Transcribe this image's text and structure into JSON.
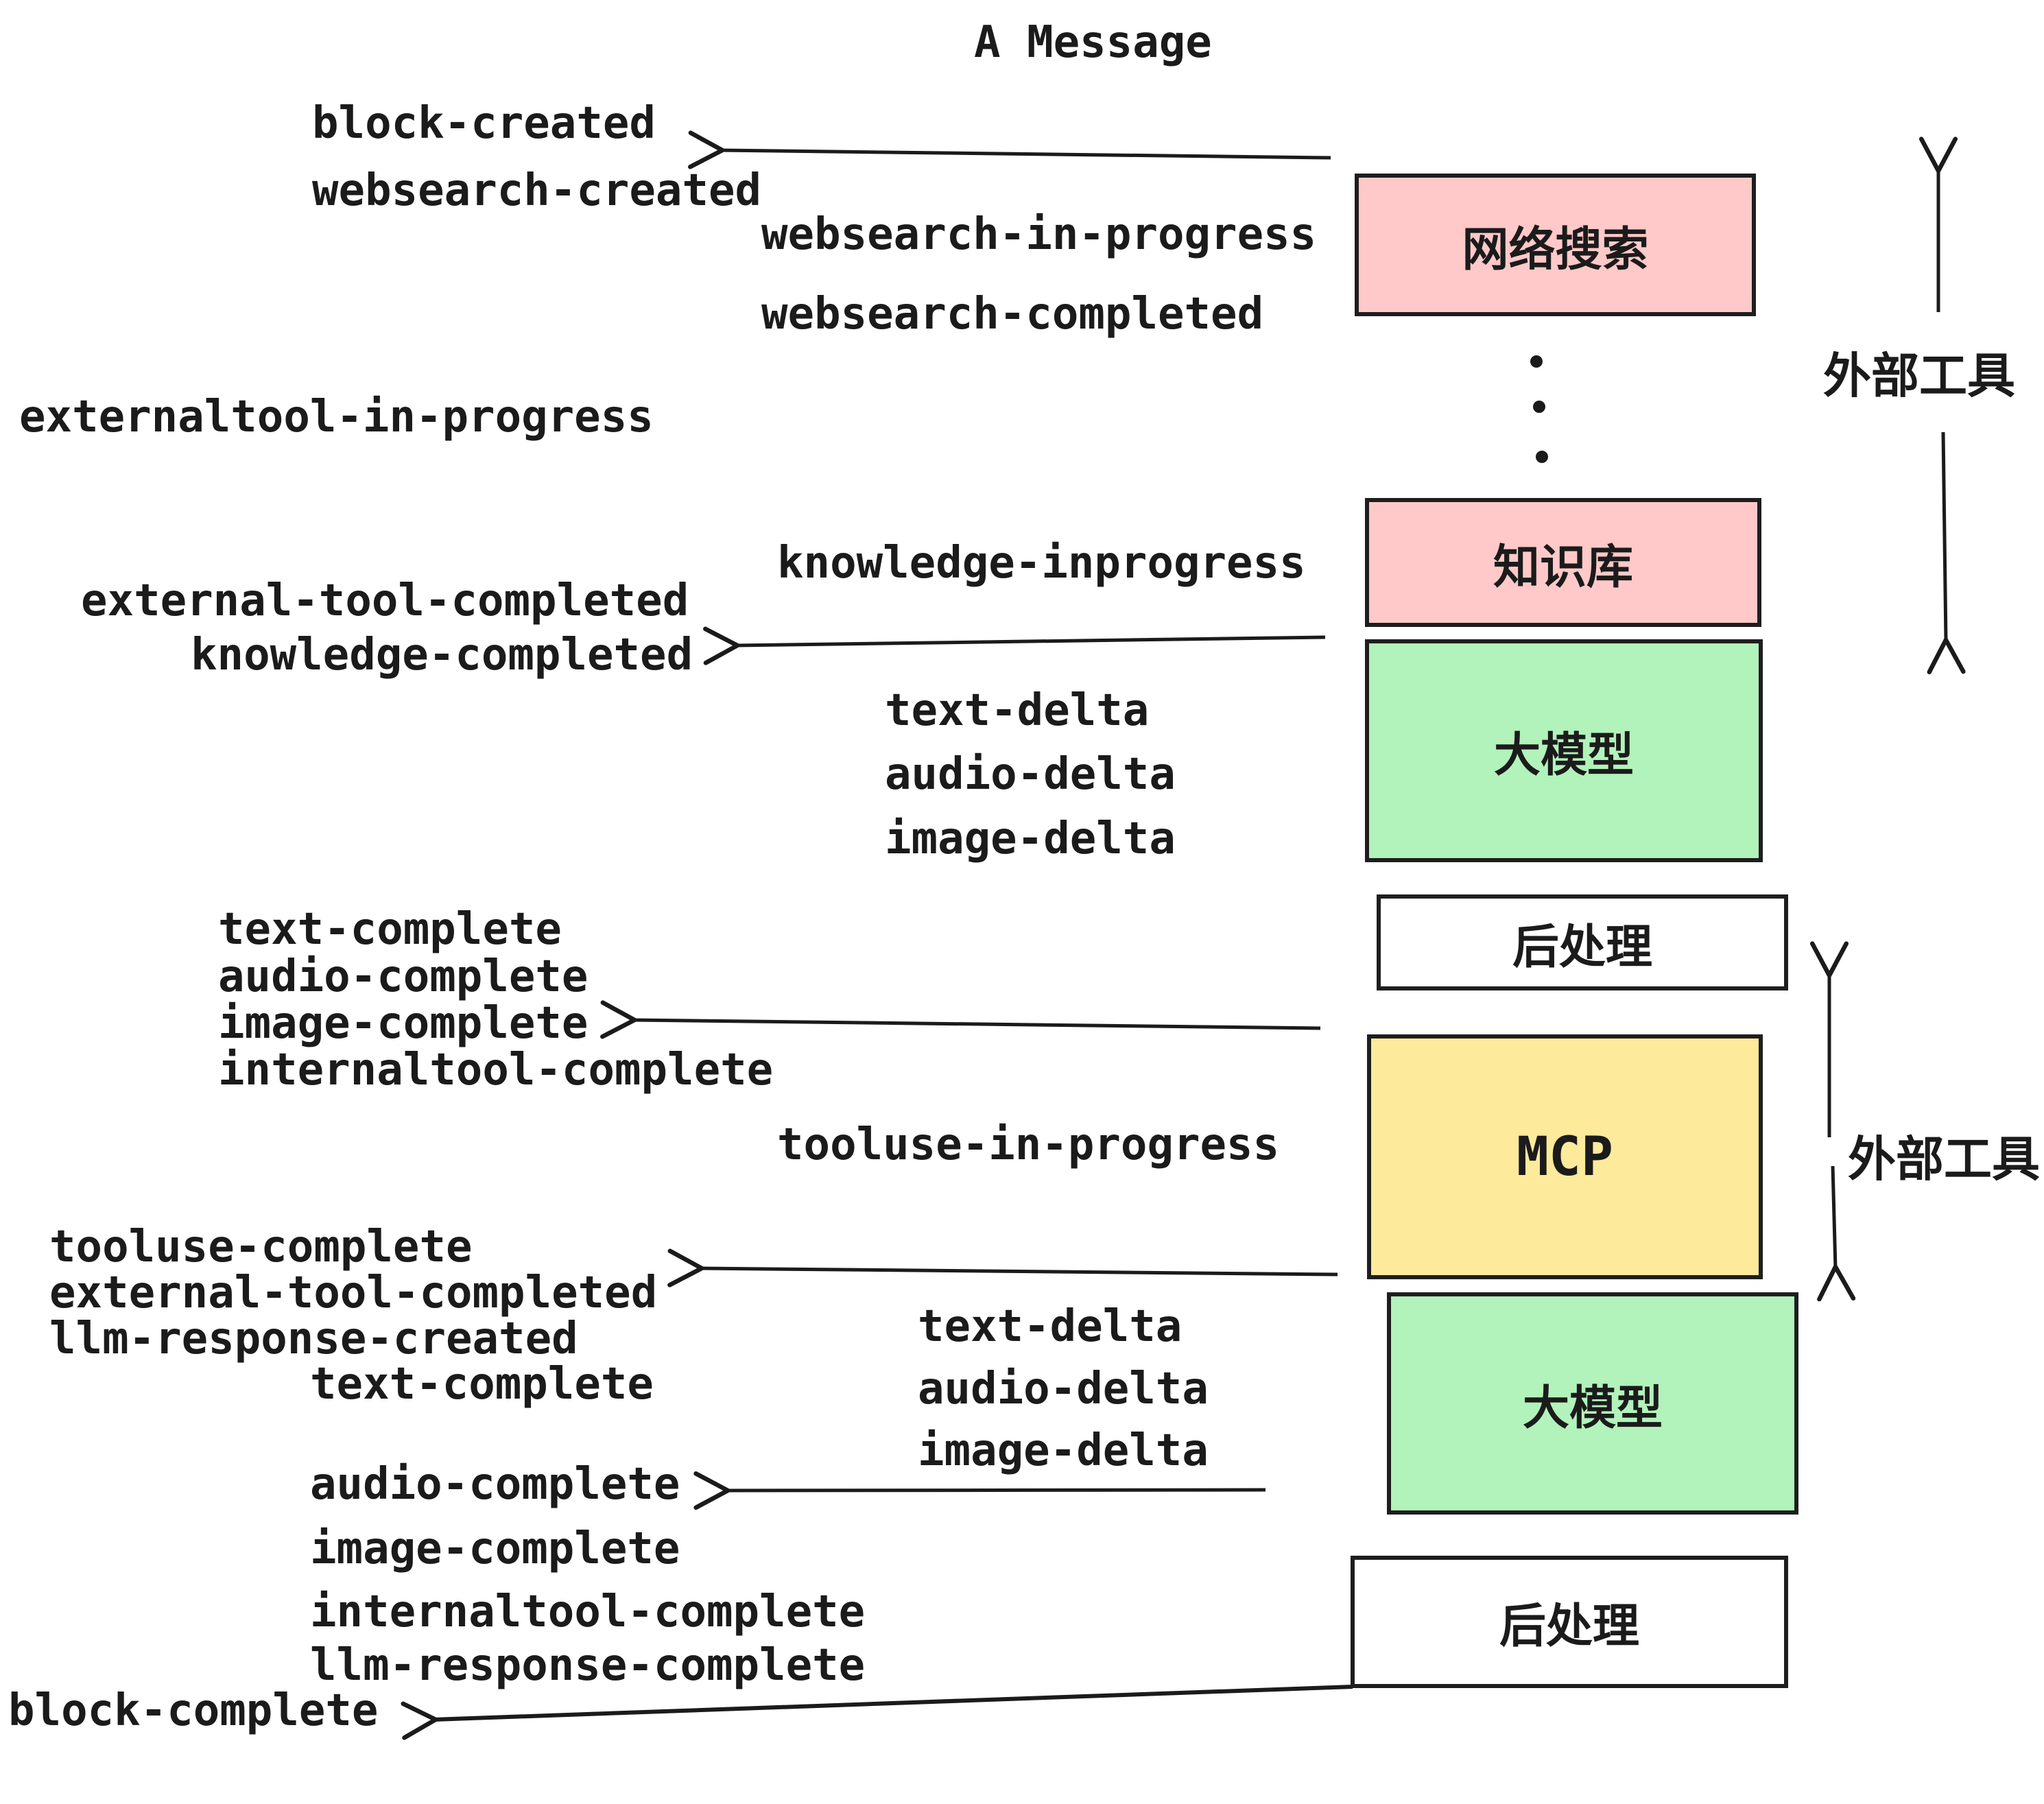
{
  "title": "A Message",
  "boxes": [
    {
      "id": "websearch",
      "label": "网络搜索",
      "color": "#ffc9c9"
    },
    {
      "id": "knowledge-base",
      "label": "知识库",
      "color": "#ffc9c9"
    },
    {
      "id": "llm-1",
      "label": "大模型",
      "color": "#b2f2bb"
    },
    {
      "id": "post-process-1",
      "label": "后处理",
      "color": "#ffffff"
    },
    {
      "id": "mcp",
      "label": "MCP",
      "color": "#fdea9b"
    },
    {
      "id": "llm-2",
      "label": "大模型",
      "color": "#b2f2bb"
    },
    {
      "id": "post-process-2",
      "label": "后处理",
      "color": "#ffffff"
    }
  ],
  "side_annotations": [
    {
      "label": "外部工具"
    },
    {
      "label": "外部工具"
    }
  ],
  "events": [
    {
      "text": "block-created"
    },
    {
      "text": "websearch-created"
    },
    {
      "text": "websearch-in-progress"
    },
    {
      "text": "websearch-completed"
    },
    {
      "text": "externaltool-in-progress"
    },
    {
      "text": "knowledge-inprogress"
    },
    {
      "text": "external-tool-completed"
    },
    {
      "text": "knowledge-completed"
    },
    {
      "text": "text-delta"
    },
    {
      "text": "audio-delta"
    },
    {
      "text": "image-delta"
    },
    {
      "text": "text-complete"
    },
    {
      "text": "audio-complete"
    },
    {
      "text": "image-complete"
    },
    {
      "text": "internaltool-complete"
    },
    {
      "text": "tooluse-in-progress"
    },
    {
      "text": "tooluse-complete"
    },
    {
      "text": "external-tool-completed"
    },
    {
      "text": "llm-response-created"
    },
    {
      "text": "text-complete"
    },
    {
      "text": "audio-complete"
    },
    {
      "text": "image-complete"
    },
    {
      "text": "internaltool-complete"
    },
    {
      "text": "llm-response-complete"
    },
    {
      "text": "block-complete"
    },
    {
      "text": "text-delta"
    },
    {
      "text": "audio-delta"
    },
    {
      "text": "image-delta"
    }
  ],
  "colors": {
    "ink": "#1b1b1b",
    "box_pink": "#ffc9c9",
    "box_green": "#b2f2bb",
    "box_yellow": "#fdea9b",
    "box_white": "#ffffff"
  }
}
